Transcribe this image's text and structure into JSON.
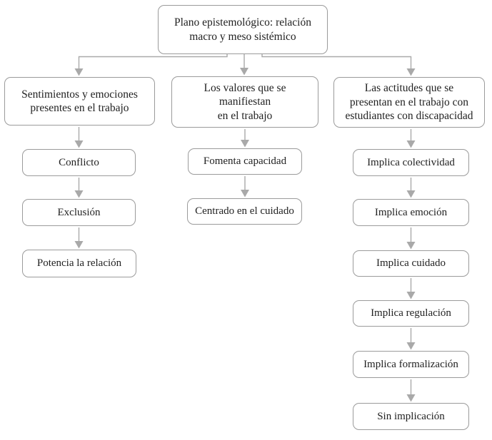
{
  "diagram": {
    "title": "Plano epistemológico: relación macro y meso sistémico",
    "root": {
      "label": "Plano epistemológico: relación\nmacro y meso sistémico"
    },
    "columns": [
      {
        "header": "Sentimientos y emociones\npresentes en el trabajo",
        "items": [
          "Conflicto",
          "Exclusión",
          "Potencia la relación"
        ]
      },
      {
        "header": "Los valores que se\nmanifiestan\nen el trabajo",
        "items": [
          "Fomenta capacidad",
          "Centrado en el cuidado"
        ]
      },
      {
        "header": "Las actitudes que se\npresentan en el trabajo con\nestudiantes con discapacidad",
        "items": [
          "Implica colectividad",
          "Implica emoción",
          "Implica cuidado",
          "Implica regulación",
          "Implica formalización",
          "Sin implicación"
        ]
      }
    ],
    "colors": {
      "box_border": "#9b9b9b",
      "arrow": "#a9a9a9",
      "text": "#222222",
      "background": "#ffffff"
    }
  }
}
